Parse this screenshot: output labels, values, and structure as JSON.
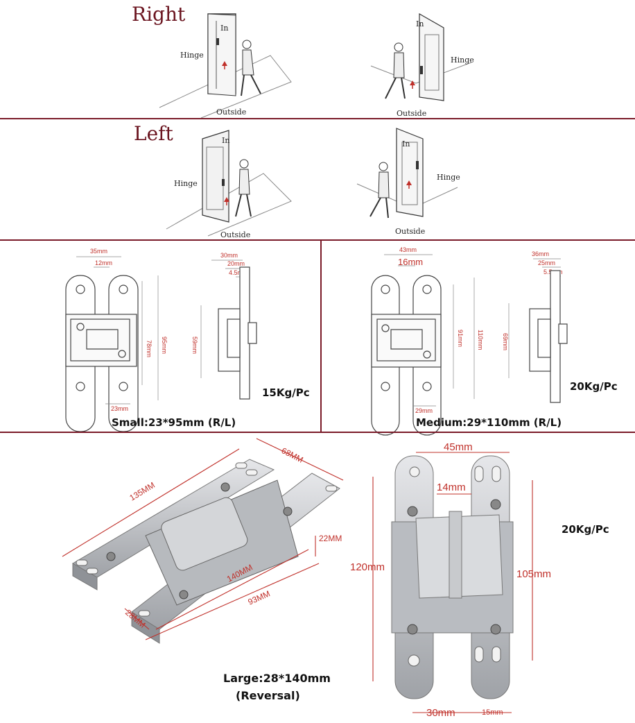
{
  "colors": {
    "accent": "#7a1a28",
    "title": "#6b1520",
    "dimension": "#c0302a",
    "metal": "#c9cbcf"
  },
  "right_section": {
    "title": "Right",
    "door1": {
      "in": "In",
      "hinge": "Hinge",
      "outside": "Outside"
    },
    "door2": {
      "in": "In",
      "hinge": "Hinge",
      "outside": "Outside"
    }
  },
  "left_section": {
    "title": "Left",
    "door1": {
      "in": "In",
      "hinge": "Hinge",
      "outside": "Outside"
    },
    "door2": {
      "in": "In",
      "hinge": "Hinge",
      "outside": "Outside"
    }
  },
  "small": {
    "caption": "Small:23*95mm (R/L)",
    "load": "15Kg/Pc",
    "dims": {
      "w": "35mm",
      "gap": "12mm",
      "h1": "78mm",
      "h2": "95mm",
      "bottom": "23mm",
      "s1": "30mm",
      "s2": "20mm",
      "s3": "4.5mm",
      "side": "59mm"
    }
  },
  "medium": {
    "caption": "Medium:29*110mm (R/L)",
    "load": "20Kg/Pc",
    "dims": {
      "w": "43mm",
      "gap": "16mm",
      "h1": "91mm",
      "h2": "110mm",
      "bottom": "29mm",
      "s1": "36mm",
      "s2": "25mm",
      "s3": "5.5mm",
      "side": "69mm"
    }
  },
  "large": {
    "caption_line1": "Large:28*140mm",
    "caption_line2": "(Reversal)",
    "load": "20Kg/Pc",
    "persp_dims": {
      "len": "135MM",
      "width": "68MM",
      "depth": "22MM",
      "total": "140MM",
      "body": "93MM",
      "base": "28MM"
    },
    "front_dims": {
      "w": "45mm",
      "gap": "14mm",
      "h": "120mm",
      "h2": "105mm",
      "bottom1": "30mm",
      "bottom2": "15mm"
    }
  }
}
